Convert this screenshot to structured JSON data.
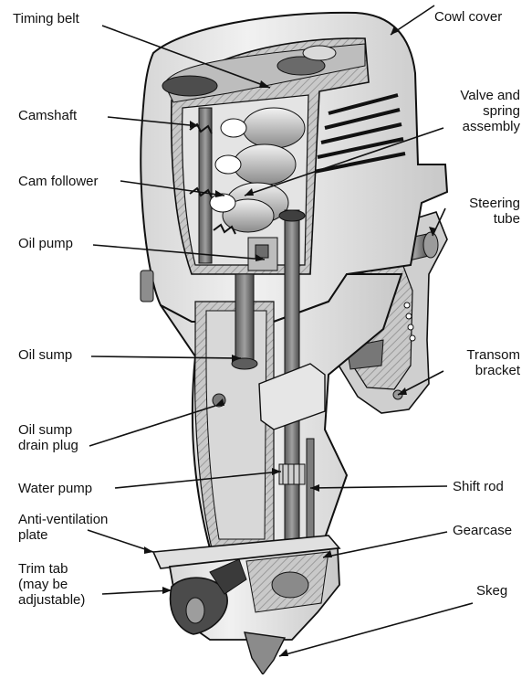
{
  "labels": {
    "timing_belt": "Timing belt",
    "cowl_cover": "Cowl cover",
    "camshaft": "Camshaft",
    "valve_spring": [
      "Valve and",
      "spring",
      "assembly"
    ],
    "cam_follower": "Cam follower",
    "steering_tube": [
      "Steering",
      "tube"
    ],
    "oil_pump": "Oil pump",
    "oil_sump": "Oil sump",
    "transom_bracket": [
      "Transom",
      "bracket"
    ],
    "oil_sump_drain_plug": [
      "Oil sump",
      "drain plug"
    ],
    "shift_rod": "Shift rod",
    "water_pump": "Water pump",
    "anti_ventilation_plate": [
      "Anti-ventilation",
      "plate"
    ],
    "gearcase": "Gearcase",
    "trim_tab": [
      "Trim tab",
      "(may be",
      "adjustable)"
    ],
    "skeg": "Skeg"
  },
  "colors": {
    "outline": "#111111",
    "housing_light": "#e9e9e9",
    "housing_mid": "#cfcfcf",
    "housing_dark": "#8e8e8e",
    "cutaway": "#bdbdbd",
    "interior_dark": "#6d6d6d"
  }
}
